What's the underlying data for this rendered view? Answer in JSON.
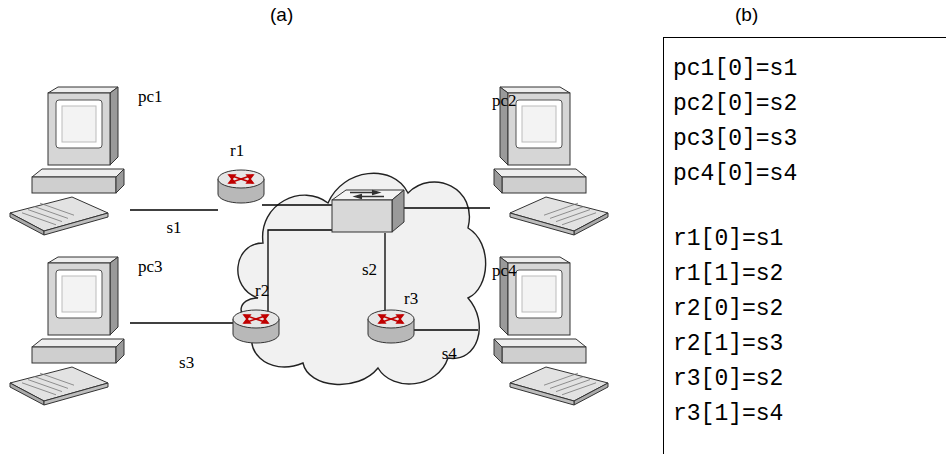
{
  "diagram": {
    "nodes": [
      {
        "text": [
          "pc1"
        ]
      },
      {
        "text": [
          "r1"
        ]
      },
      {
        "text": [
          "s2"
        ]
      },
      {
        "text": [
          "pc2"
        ]
      },
      {
        "text": [
          "pc3"
        ]
      },
      {
        "text": [
          "r2"
        ]
      },
      {
        "text": [
          "r3"
        ]
      },
      {
        "text": [
          "pc4"
        ]
      },
      {
        "text": [
          "pc1[0]=s1",
          "pc2[0]=s2",
          "pc3[0]=s3",
          "pc4[0]=s4",
          "r1[0]=s1",
          "r1[1]=s2",
          "r2[0]=s2",
          "r2[1]=s3",
          "r3[0]=s2",
          "r3[1]=s4"
        ]
      }
    ],
    "edges": [
      {
        "from": 0,
        "to": 1,
        "arrow": "none",
        "label": "s1"
      },
      {
        "from": 4,
        "to": 5,
        "arrow": "none",
        "label": "s3"
      },
      {
        "from": 6,
        "to": 7,
        "arrow": "none",
        "label": "s4"
      }
    ],
    "labels": [
      "(a)",
      "(b)"
    ]
  }
}
